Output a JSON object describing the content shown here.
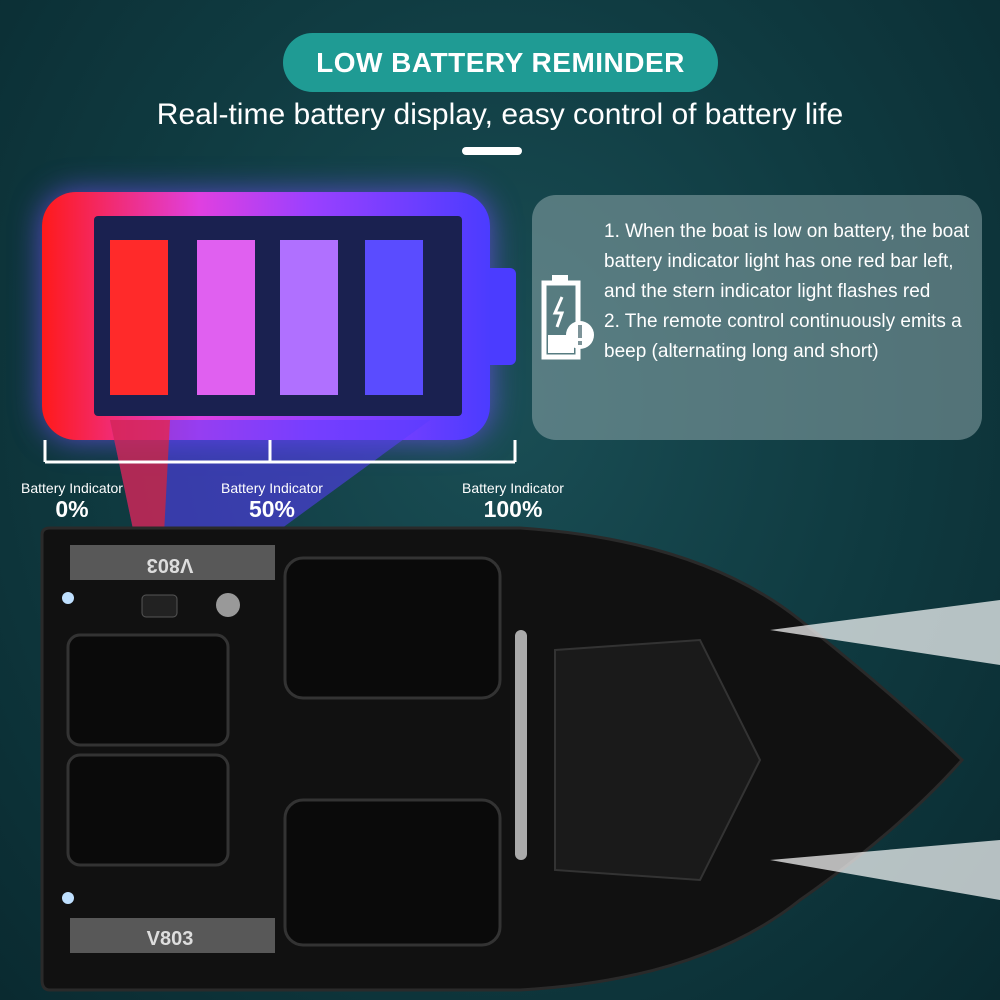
{
  "header": {
    "title": "LOW BATTERY REMINDER",
    "subtitle": "Real-time battery display, easy control of battery life"
  },
  "battery_graphic": {
    "bars": 4,
    "colors": [
      "#ff1a1a",
      "#e040e0",
      "#b060ff",
      "#4b3cff"
    ]
  },
  "indicators": [
    {
      "label": "Battery Indicator",
      "value": "0%"
    },
    {
      "label": "Battery Indicator",
      "value": "50%"
    },
    {
      "label": "Battery Indicator",
      "value": "100%"
    }
  ],
  "info": {
    "icon": "low-battery-warning-icon",
    "lines": [
      "1. When the boat is low on battery, the boat battery indicator light has one red bar left, and the stern indicator light flashes red",
      "2. The remote control continuously emits a beep (alternating long and short)"
    ]
  },
  "boat": {
    "logo": "V803"
  },
  "colors": {
    "accent": "#1f9b94",
    "background": "#0f3a40"
  }
}
